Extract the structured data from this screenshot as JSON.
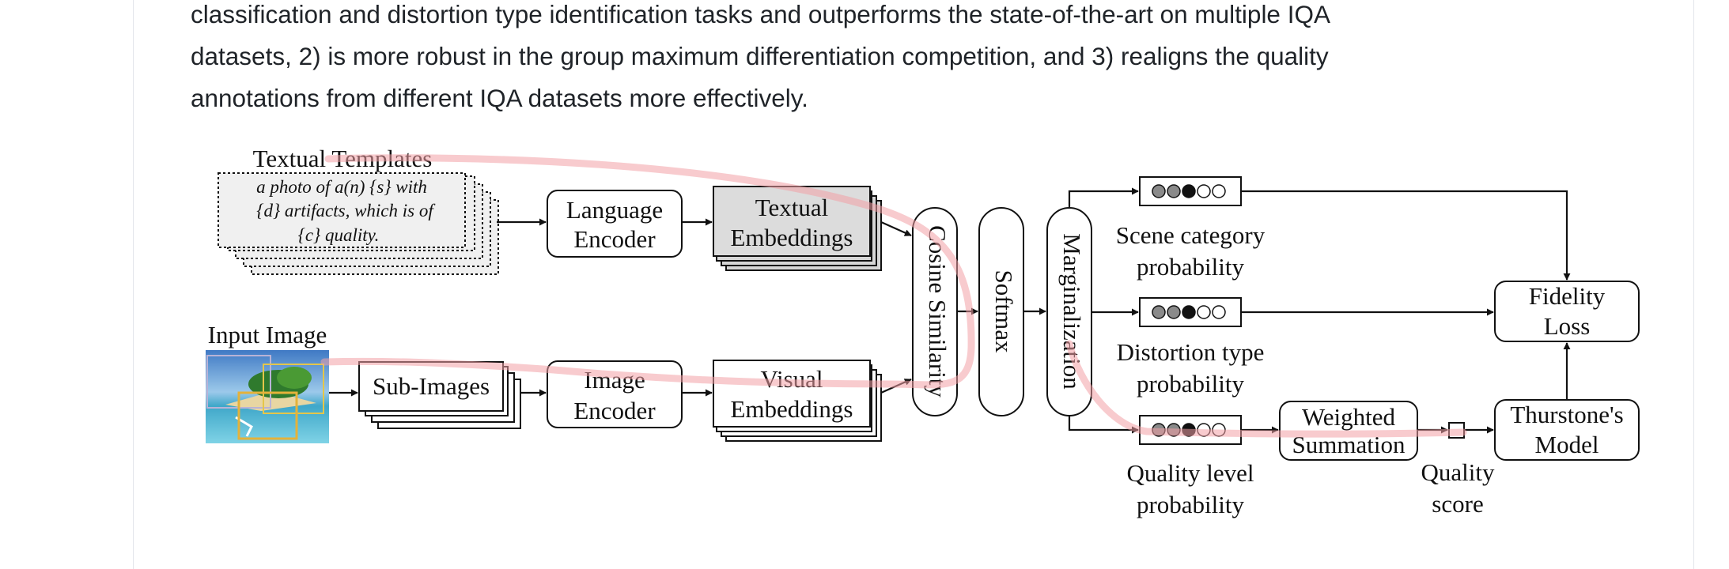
{
  "paragraph": {
    "line1": "classification and distortion type identification tasks and outperforms the state-of-the-art on multiple IQA",
    "line2": "datasets, 2) is more robust in the group maximum differentiation competition, and 3) realigns the quality",
    "line3": "annotations from different IQA datasets more effectively."
  },
  "figure": {
    "textual_templates_title": "Textual Templates",
    "template_line1": "a photo of a(n) {s} with",
    "template_line2": "{d} artifacts, which is of",
    "template_line3": "{c} quality.",
    "input_image_title": "Input Image",
    "sub_images": "Sub-Images",
    "language_encoder_line1": "Language",
    "language_encoder_line2": "Encoder",
    "image_encoder_line1": "Image",
    "image_encoder_line2": "Encoder",
    "textual_embeddings_line1": "Textual",
    "textual_embeddings_line2": "Embeddings",
    "visual_embeddings_line1": "Visual",
    "visual_embeddings_line2": "Embeddings",
    "cosine_similarity": "Cosine Similarity",
    "softmax": "Softmax",
    "marginalization": "Marginalization",
    "scene_prob_line1": "Scene category",
    "scene_prob_line2": "probability",
    "distortion_prob_line1": "Distortion type",
    "distortion_prob_line2": "probability",
    "quality_prob_line1": "Quality level",
    "quality_prob_line2": "probability",
    "weighted_line1": "Weighted",
    "weighted_line2": "Summation",
    "quality_score_line1": "Quality",
    "quality_score_line2": "score",
    "fidelity_line1": "Fidelity",
    "fidelity_line2": "Loss",
    "thurstone_line1": "Thurstone's",
    "thurstone_line2": "Model"
  },
  "colors": {
    "highlight": "#f2a0a6",
    "text": "#1f2328",
    "border": "#e2e5ea"
  }
}
